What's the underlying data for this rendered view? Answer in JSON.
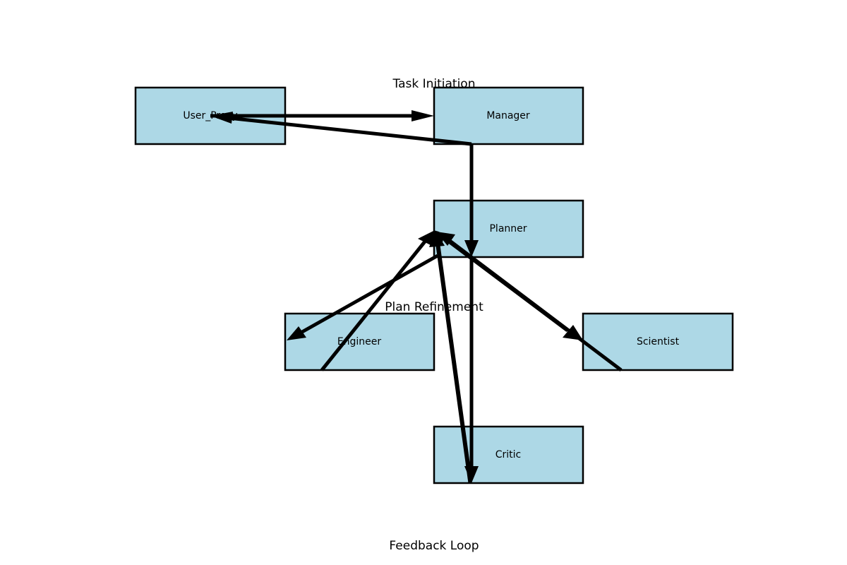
{
  "nodes": {
    "user_proxy": "User_Proxy",
    "manager": "Manager",
    "planner": "Planner",
    "engineer": "Engineer",
    "scientist": "Scientist",
    "critic": "Critic"
  },
  "labels": {
    "task_initiation": "Task Initiation",
    "plan_refinement": "Plan Refinement",
    "feedback_loop": "Feedback Loop"
  },
  "edges": [
    {
      "from": "user_proxy",
      "to": "manager"
    },
    {
      "from": "manager",
      "to": "user_proxy"
    },
    {
      "from": "manager",
      "to": "planner"
    },
    {
      "from": "manager",
      "to": "critic"
    },
    {
      "from": "planner",
      "to": "engineer"
    },
    {
      "from": "planner",
      "to": "scientist"
    },
    {
      "from": "engineer",
      "to": "planner"
    },
    {
      "from": "scientist",
      "to": "planner"
    },
    {
      "from": "critic",
      "to": "planner"
    },
    {
      "from": "planner",
      "to": "critic"
    }
  ],
  "colors": {
    "node_fill": "#add8e6",
    "edge": "#000000"
  }
}
